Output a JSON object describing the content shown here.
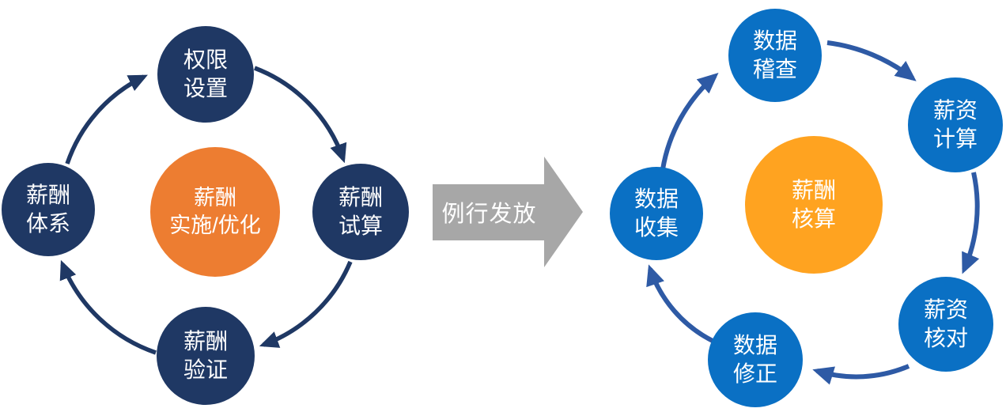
{
  "left_cycle": {
    "center": {
      "label": "薪酬\n实施/优化"
    },
    "nodes": [
      {
        "position": "top",
        "label": "权限\n设置"
      },
      {
        "position": "right",
        "label": "薪酬\n试算"
      },
      {
        "position": "bottom",
        "label": "薪酬\n验证"
      },
      {
        "position": "left",
        "label": "薪酬\n体系"
      }
    ]
  },
  "connector": {
    "label": "例行发放"
  },
  "right_cycle": {
    "center": {
      "label": "薪酬\n核算"
    },
    "nodes": [
      {
        "position": "top",
        "label": "数据\n稽查"
      },
      {
        "position": "top-right",
        "label": "薪资\n计算"
      },
      {
        "position": "bottom-right",
        "label": "薪资\n核对"
      },
      {
        "position": "bottom",
        "label": "数据\n修正"
      },
      {
        "position": "left",
        "label": "数据\n收集"
      }
    ]
  },
  "colors": {
    "navy_circle": "#1F3864",
    "navy_arrow": "#1F3864",
    "blue_circle": "#0A70C4",
    "blue_arrow": "#2E5AA5",
    "orange_left_center": "#ED7D31",
    "orange_right_center": "#FFA320",
    "gray_connector": "#A7A7A7",
    "text": "#FFFFFF"
  }
}
